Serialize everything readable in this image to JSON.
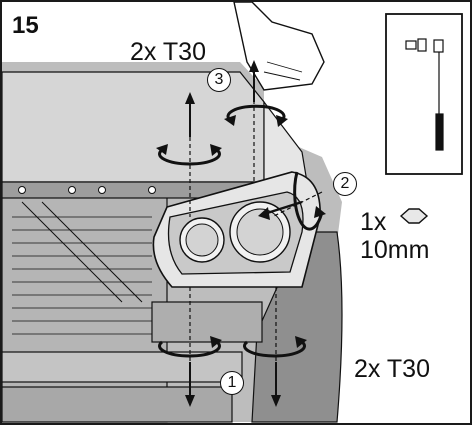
{
  "step_number": "15",
  "fasteners_top": "2x T30",
  "fasteners_bottom": "2x T30",
  "nut_count": "1x",
  "nut_size": "10mm",
  "callouts": [
    "1",
    "2",
    "3"
  ],
  "tool_icon": "socket-wrench-icon",
  "nut_icon": "hexagon-nut-icon",
  "colors": {
    "line": "#111111",
    "body_light": "#d6d6d6",
    "body_mid": "#b9b9b9",
    "body_dark": "#8f8f8f",
    "background": "#ffffff"
  }
}
